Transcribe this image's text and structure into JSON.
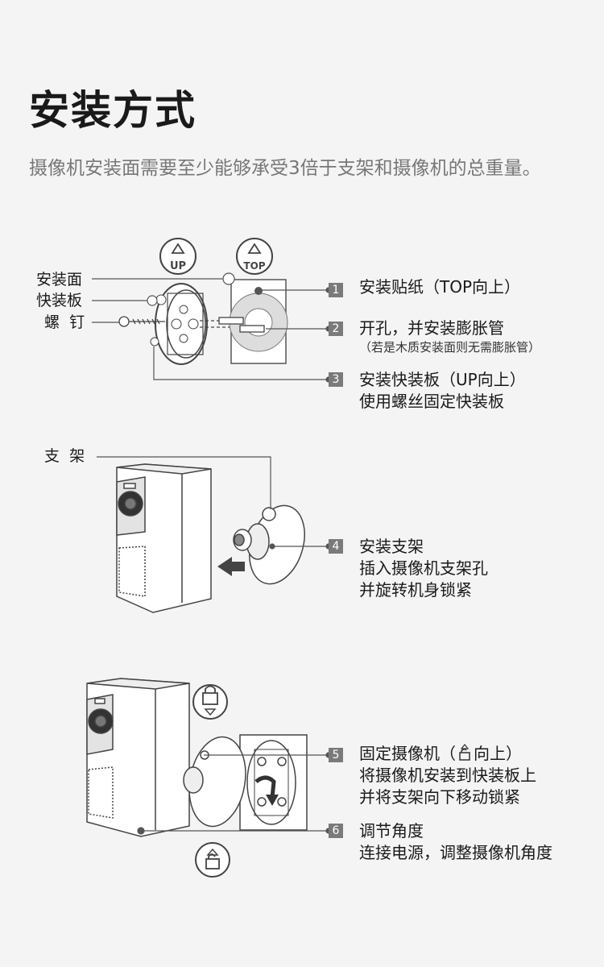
{
  "header": {
    "title": "安装方式",
    "subtitle": "摄像机安装面需要至少能够承受3倍于支架和摄像机的总重量。"
  },
  "section1": {
    "labels": {
      "surface": "安装面",
      "plate": "快装板",
      "screw": "螺  钉"
    },
    "icon_up": "UP",
    "icon_top": "TOP"
  },
  "section2": {
    "labels": {
      "bracket": "支  架"
    }
  },
  "steps": [
    {
      "num": "1",
      "line1": "安装贴纸（TOP向上）"
    },
    {
      "num": "2",
      "line1": "开孔，并安装膨胀管",
      "note": "（若是木质安装面则无需膨胀管）"
    },
    {
      "num": "3",
      "line1": "安装快装板（UP向上）",
      "line2": "使用螺丝固定快装板"
    },
    {
      "num": "4",
      "line1": "安装支架",
      "line2": "插入摄像机支架孔",
      "line3": "并旋转机身锁紧"
    },
    {
      "num": "5",
      "line1_pre": "固定摄像机（",
      "line1_post": "向上）",
      "line2": "将摄像机安装到快装板上",
      "line3": "并将支架向下移动锁紧"
    },
    {
      "num": "6",
      "line1": "调节角度",
      "line2": "连接电源，调整摄像机角度"
    }
  ],
  "icons": [
    "up-arrow-icon",
    "top-arrow-icon",
    "lock-icon",
    "unlock-icon",
    "left-arrow-icon",
    "rotate-arrow-icon"
  ],
  "colors": {
    "background": "#f4f4f4",
    "badge": "#7a7a7a",
    "subtitle": "#777777",
    "line": "#555555"
  }
}
